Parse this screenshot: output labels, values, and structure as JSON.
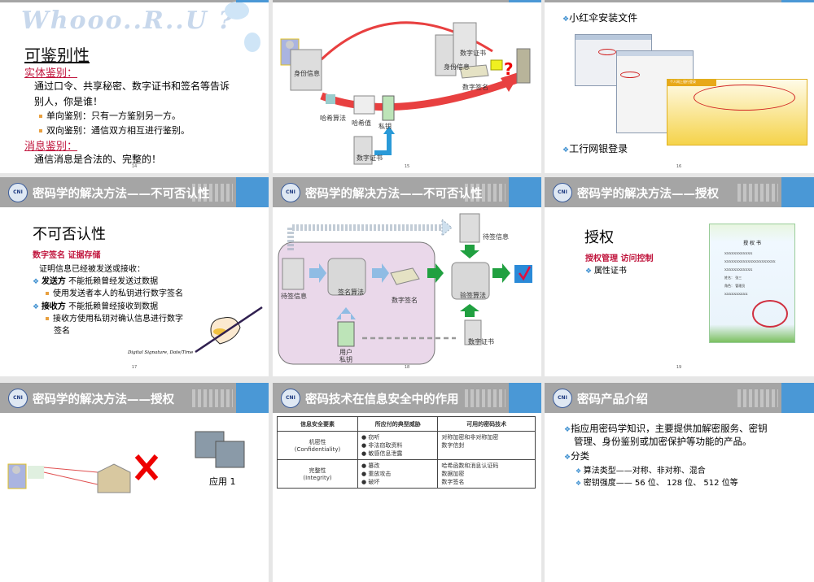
{
  "slides": [
    {
      "number": "14",
      "watermark": "Whooo..R..U ?",
      "title": "可鉴别性",
      "sec1": "实体鉴别：",
      "body1a": "通过口令、共享秘密、数字证书和签名等告诉",
      "body1b": "别人，你是谁！",
      "bullets": [
        "单向鉴别：只有一方鉴别另一方。",
        "双向鉴别：通信双方相互进行鉴别。"
      ],
      "sec2": "消息鉴别：",
      "body2": "通信消息是合法的、完整的！"
    },
    {
      "number": "15",
      "labels": {
        "id_info": "身份信息",
        "hash_alg": "哈希算法",
        "hash_val": "哈希值",
        "private_key": "私钥",
        "cert_bottom": "数字证书",
        "cert_top": "数字证书",
        "id_info_top": "身份信息",
        "signature": "数字签名"
      }
    },
    {
      "number": "16",
      "item1": "小红伞安装文件",
      "item2": "工行网银登录",
      "dialog_title": "个人网上银行登录"
    },
    {
      "number": "17",
      "header": "密码学的解决方法——不可否认性",
      "title": "不可否认性",
      "red": "数字签名  证据存储",
      "intro": "证明信息已经被发送或接收：",
      "b1_bold": "发送方",
      "b1": " 不能抵赖曾经发送过数据",
      "b1_sub": "使用发送者本人的私钥进行数字签名",
      "b2_bold": "接收方",
      "b2": " 不能抵赖曾经接收到数据",
      "b2_sub_a": "接收方使用私钥对确认信息进行数字",
      "b2_sub_b": "签名",
      "caption": "Digital Signature, Date/Time"
    },
    {
      "number": "18",
      "header": "密码学的解决方法——不可否认性",
      "labels": {
        "to_sign": "待签信息",
        "sign_alg": "签名算法",
        "signature": "数字签名",
        "to_sign_top": "待签信息",
        "verify_alg": "验签算法",
        "cert": "数字证书",
        "user_key_a": "用户",
        "user_key_b": "私钥"
      }
    },
    {
      "number": "19",
      "header": "密码学的解决方法——授权",
      "title": "授权",
      "red": "授权管理  访问控制",
      "bullet": "属性证书",
      "doc": {
        "title": "授 权 书",
        "lines": [
          "XXXXXXXXXXXX",
          "XXXXXXXXXXXXXXXXXXXXXX",
          "XXXXXXXXXXXX",
          "姓名： 张三",
          "角色： 管理员",
          "XXXXXXXXXX"
        ]
      }
    },
    {
      "header": "密码学的解决方法——授权",
      "app_label": "应用 1"
    },
    {
      "header": "密码技术在信息安全中的作用",
      "table": {
        "headers": [
          "信息安全要素",
          "所应付的典型威胁",
          "可用的密码技术"
        ],
        "rows": [
          {
            "element": "机密性",
            "element_en": "(Confidentiality)",
            "threats": [
              "窃听",
              "非法窃取资料",
              "敏感信息泄露"
            ],
            "tech": [
              "对称加密和非对称加密",
              "数字信封"
            ]
          },
          {
            "element": "完整性",
            "element_en": "(Integrity)",
            "threats": [
              "篡改",
              "重放攻击",
              "破坏"
            ],
            "tech": [
              "哈希函数和消息认证码",
              "数据加密",
              "数字签名"
            ]
          }
        ]
      }
    },
    {
      "header": "密码产品介绍",
      "b1a": "指应用密码学知识，主要提供加解密服务、密钥",
      "b1b": "管理、身份鉴别或加密保护等功能的产品。",
      "b2": "分类",
      "subs": [
        "算法类型——对称、非对称、混合",
        "密钥强度—— 56 位、 128 位、 512 位等"
      ]
    }
  ],
  "colors": {
    "header_gray": "#a5a5a5",
    "header_blue": "#4a98d6",
    "accent_red": "#c0143c"
  }
}
